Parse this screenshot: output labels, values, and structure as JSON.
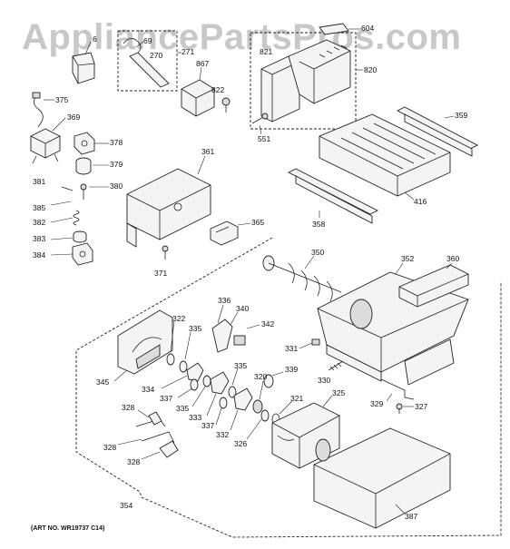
{
  "watermark": "AppliancePartsPros.com",
  "art_number": "(ART NO. WR19737 C14)",
  "labels": {
    "l604": "604",
    "l6": "6",
    "l69": "69",
    "l270": "270",
    "l271": "271",
    "l821": "821",
    "l820": "820",
    "l867": "867",
    "l822": "822",
    "l551": "551",
    "l375": "375",
    "l369": "369",
    "l378": "378",
    "l379": "379",
    "l381": "381",
    "l380": "380",
    "l385": "385",
    "l382": "382",
    "l383": "383",
    "l384": "384",
    "l361": "361",
    "l365": "365",
    "l371": "371",
    "l359": "359",
    "l416": "416",
    "l358": "358",
    "l350": "350",
    "l352": "352",
    "l360": "360",
    "l336": "336",
    "l340": "340",
    "l342": "342",
    "l322": "322",
    "l335a": "335",
    "l345": "345",
    "l334": "334",
    "l337a": "337",
    "l335b": "335",
    "l333": "333",
    "l335c": "335",
    "l337b": "337",
    "l332": "332",
    "l320": "320",
    "l326": "326",
    "l339": "339",
    "l321": "321",
    "l331": "331",
    "l330": "330",
    "l325": "325",
    "l329": "329",
    "l327": "327",
    "l328a": "328",
    "l328b": "328",
    "l328c": "328",
    "l354": "354",
    "l387": "387"
  }
}
